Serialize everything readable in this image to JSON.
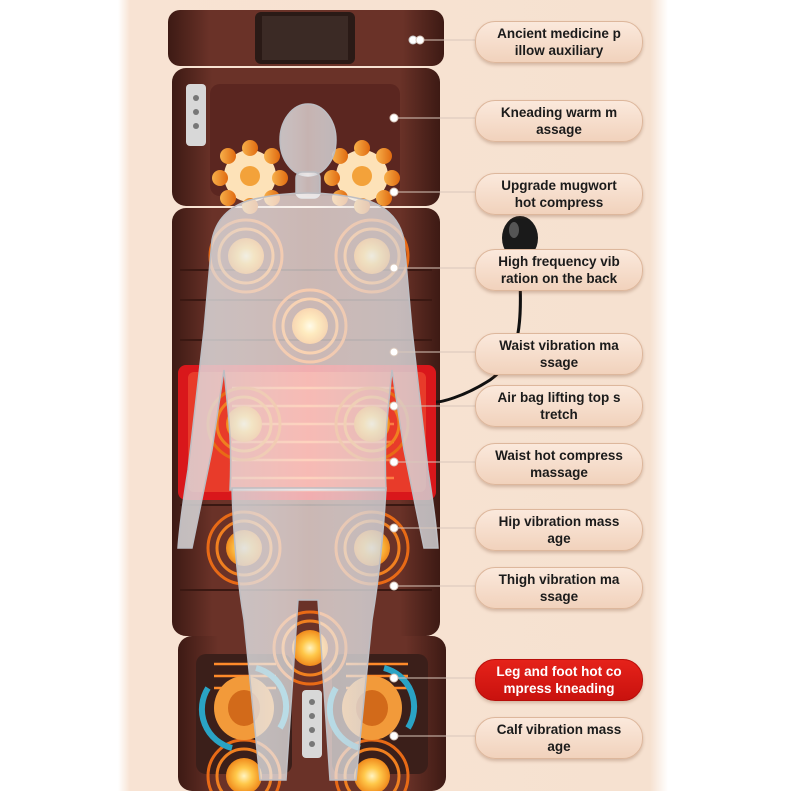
{
  "labels": [
    {
      "text": "Ancient medicine p\nillow auxiliary",
      "highlight": false
    },
    {
      "text": "Kneading warm m\nassage",
      "highlight": false
    },
    {
      "text": "Upgrade mugwort\nhot compress",
      "highlight": false
    },
    {
      "text": "High frequency vib\nration on the back",
      "highlight": false
    },
    {
      "text": "Waist vibration ma\nssage",
      "highlight": false
    },
    {
      "text": "Air bag lifting top s\ntretch",
      "highlight": false
    },
    {
      "text": "Waist hot compress\nmassage",
      "highlight": false
    },
    {
      "text": "Hip vibration mass\nage",
      "highlight": false
    },
    {
      "text": "Thigh vibration ma\nssage",
      "highlight": false
    },
    {
      "text": "Leg and foot hot co\nmpress kneading",
      "highlight": true
    },
    {
      "text": "Calf vibration mass\nage",
      "highlight": false
    }
  ],
  "colors": {
    "mat": "#5a2a22",
    "mat_dark": "#3e1a15",
    "heat_ring": "#e86a16",
    "heat_core": "#ffd25a",
    "red_pad": "#d9171b",
    "kneading_ring": "#2aa3c4",
    "label_bg": "#f6dcc8",
    "highlight": "#d6181b"
  },
  "icons": [
    "controller-icon",
    "air-bulb-icon",
    "body-figure",
    "heat-zone-icon",
    "kneading-ball-icon"
  ]
}
